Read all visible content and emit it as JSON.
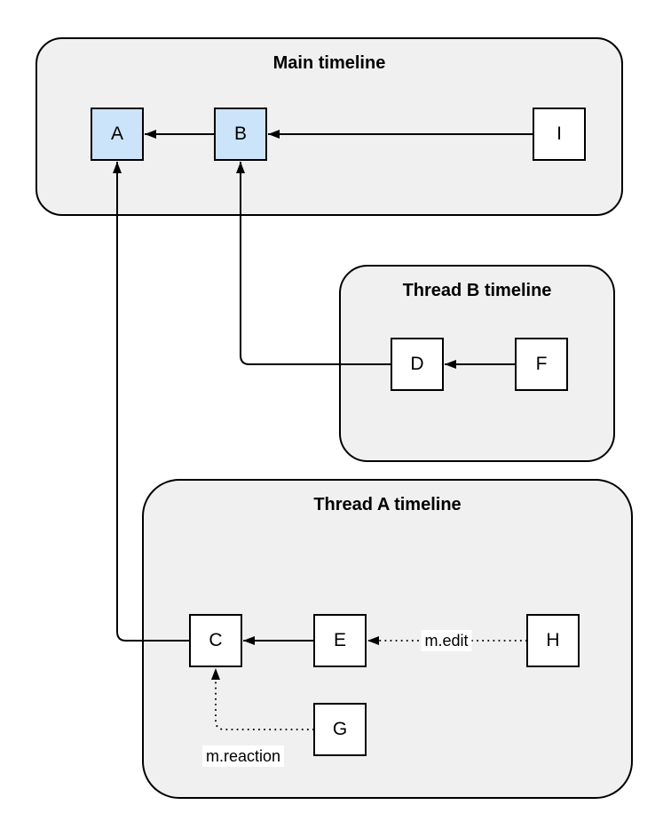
{
  "diagram": {
    "containers": {
      "main": {
        "title": "Main timeline"
      },
      "thread_b": {
        "title": "Thread B timeline"
      },
      "thread_a": {
        "title": "Thread A timeline"
      }
    },
    "nodes": {
      "a": {
        "label": "A",
        "highlighted": true
      },
      "b": {
        "label": "B",
        "highlighted": true
      },
      "i": {
        "label": "I",
        "highlighted": false
      },
      "d": {
        "label": "D",
        "highlighted": false
      },
      "f": {
        "label": "F",
        "highlighted": false
      },
      "c": {
        "label": "C",
        "highlighted": false
      },
      "e": {
        "label": "E",
        "highlighted": false
      },
      "h": {
        "label": "H",
        "highlighted": false
      },
      "g": {
        "label": "G",
        "highlighted": false
      }
    },
    "edges": {
      "b_to_a": {
        "from": "B",
        "to": "A",
        "style": "solid"
      },
      "i_to_b": {
        "from": "I",
        "to": "B",
        "style": "solid"
      },
      "f_to_d": {
        "from": "F",
        "to": "D",
        "style": "solid"
      },
      "d_to_b": {
        "from": "D",
        "to": "B",
        "style": "solid"
      },
      "e_to_c": {
        "from": "E",
        "to": "C",
        "style": "solid"
      },
      "c_to_a": {
        "from": "C",
        "to": "A",
        "style": "solid"
      },
      "h_to_e": {
        "from": "H",
        "to": "E",
        "style": "dotted",
        "label": "m.edit"
      },
      "g_to_c": {
        "from": "G",
        "to": "C",
        "style": "dotted",
        "label": "m.reaction"
      }
    },
    "edge_labels": {
      "edit": "m.edit",
      "reaction": "m.reaction"
    }
  },
  "colors": {
    "container_fill": "#f0f0f0",
    "container_stroke": "#000000",
    "node_fill": "#ffffff",
    "node_highlight_fill": "#cce4f9",
    "node_stroke": "#000000",
    "edge_color": "#000000",
    "label_bg": "#ffffff",
    "text": "#000000"
  }
}
